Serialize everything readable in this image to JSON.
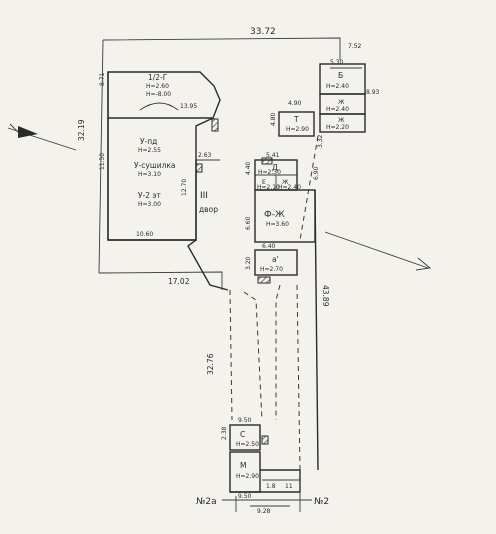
{
  "dimensions": {
    "top_width": "33.72",
    "left_depth": "32.19",
    "right_small": "7.52",
    "right_small2": "8.93",
    "bottom_left": "17.02",
    "long_right": "43.89",
    "strip_left": "32.76",
    "bottom_total": "9.28",
    "gap_top": "13.95",
    "dim_871": "8.71",
    "dim_1150": "11.50",
    "dim_1060": "10.60",
    "dim_1270": "12.70",
    "dim_263": "2.63",
    "dim_541": "5.41",
    "dim_640": "6.40",
    "dim_490": "4.90",
    "dim_332": "3.32",
    "dim_480": "4.80",
    "dim_440": "4.40",
    "dim_660": "6.60",
    "dim_320": "3.20",
    "dim_950": "9.50",
    "dim_950b": "9.50",
    "dim_690": "6.90",
    "dim_11": "11",
    "dim_1_8": "1.8",
    "dim_238": "2.38",
    "dim_530": "5.30"
  },
  "rooms": {
    "terrace": {
      "label": "1/2-Г",
      "h": "Н=2.60",
      "sub": "Н=-8.00"
    },
    "upper_hall": {
      "label": "У-пд",
      "h": "Н=2.55"
    },
    "middle": {
      "label": "У-сушилка",
      "h": "Н=3.10"
    },
    "lower": {
      "label": "У-2 эт",
      "h": "Н=3.00"
    },
    "yard_label": "двор",
    "yard_mark": "III",
    "shed_t": {
      "label": "Т",
      "h": "Н=2.90"
    },
    "block_b": {
      "label": "Б",
      "h": "Н=2.40"
    },
    "block_b2": {
      "label": "Ж",
      "h": "Н=2.40"
    },
    "block_b3": {
      "label": "Ж",
      "h": "Н=2.20"
    },
    "block_d": {
      "label": "Д",
      "h": "Н=2.30"
    },
    "block_d2": {
      "label": "Е",
      "h": "Н=2.10"
    },
    "block_d3": {
      "label": "Ж",
      "h": "Н=2.40"
    },
    "main_yard": {
      "label": "Ф-Ж",
      "h": "Н=3.60"
    },
    "block_a": {
      "label": "а'",
      "h": "Н=2.70"
    },
    "block_c": {
      "label": "С",
      "h": "Н=2.50"
    },
    "block_m": {
      "label": "М",
      "h": "Н=2.90"
    }
  },
  "markers": {
    "left_no": "№2а",
    "right_no": "№2"
  },
  "arrows": {
    "left": "west-arrow",
    "right": "south-east-arrow"
  }
}
